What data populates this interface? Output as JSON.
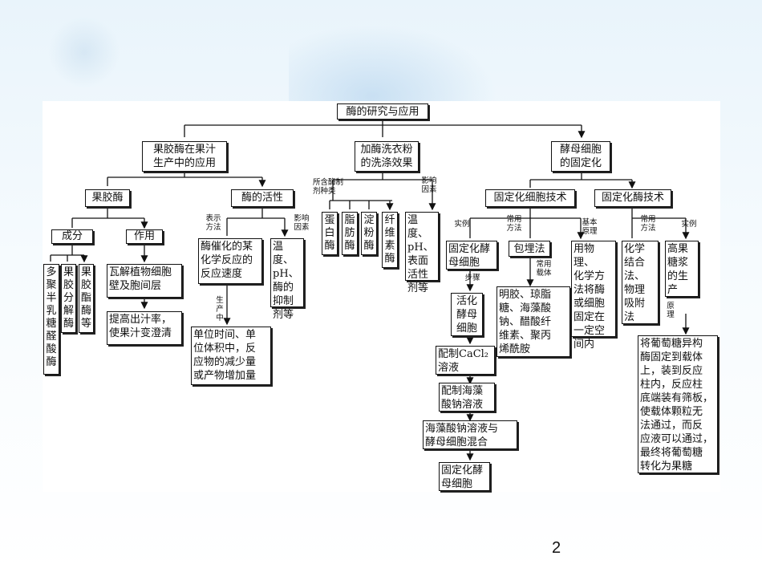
{
  "diagram": {
    "root": "酶的研究与应用",
    "branch1": {
      "title": "果胶酶在果汁\n生产中的应用",
      "pectinase": "果胶酶",
      "composition_label": "成分",
      "comp1": "多\n聚\n半\n乳\n糖\n醛\n酸\n酶",
      "comp2": "果\n胶\n分\n解\n酶",
      "comp3": "果\n胶\n酯\n酶\n等",
      "function_label": "作用",
      "func1": "瓦解植物细胞\n壁及胞间层",
      "func2": "提高出汁率，\n使果汁变澄清",
      "activity": "酶的活性",
      "expr_label": "表示\n方法",
      "expr_box": "酶催化的某\n化学反应的\n反应速度",
      "factor_label": "影响\n因素",
      "factor_box": "温度、\npH、\n酶的\n抑制\n剂等",
      "produce_label": "生\n产\n中",
      "produce_box": "单位时间、单\n位体积中，反\n应物的减少量\n或产物增加量"
    },
    "branch2": {
      "title": "加酶洗衣粉\n的洗涤效果",
      "types_label": "所含酶制\n剂种类",
      "enzyme1": "蛋\n白\n酶",
      "enzyme2": "脂\n肪\n酶",
      "enzyme3": "淀\n粉\n酶",
      "enzyme4": "纤\n维\n素\n酶",
      "factor_label": "影响\n因素",
      "factor_box": "温度、\npH、\n表面\n活性\n剂等"
    },
    "branch3": {
      "title": "酵母细胞\n的固定化",
      "cell_tech": "固定化细胞技术",
      "enzyme_tech": "固定化酶技术",
      "example_label": "实例",
      "example_box": "固定化酵\n母细胞",
      "steps_label": "步骤",
      "step1": "活化\n酵母\n细胞",
      "step2": "配制CaCl₂\n溶液",
      "step3": "配制海藻\n酸钠溶液",
      "step4": "海藻酸钠溶液与\n酵母细胞混合",
      "step5": "固定化酵\n母细胞",
      "method_label": "常用\n方法",
      "method_box": "包埋法",
      "carrier_label": "常用\n载体",
      "carrier_box": "明胶、琼脂\n糖、海藻酸\n钠、醋酸纤\n维素、聚丙\n烯酰胺",
      "principle_label": "基本\n原理",
      "principle_box": "用物理、\n化学方\n法将酶\n或细胞\n固定在\n一定空\n间内",
      "enz_method_label": "常用\n方法",
      "enz_method_box": "化学\n结合\n法、\n物理\n吸附\n法",
      "enz_example_label": "实例",
      "enz_example_box": "高果\n糖浆\n的生\n产",
      "enz_principle_label": "原\n理",
      "enz_principle_box": "将葡萄糖异构\n酶固定到载体\n上，装到反应\n柱内，反应柱\n底端装有筛板，\n使载体颗粒无\n法通过，而反\n应液可以通过，\n最终将葡萄糖\n转化为果糖"
    }
  },
  "page_number": "2",
  "colors": {
    "line": "#111111",
    "background": "#ffffff"
  }
}
